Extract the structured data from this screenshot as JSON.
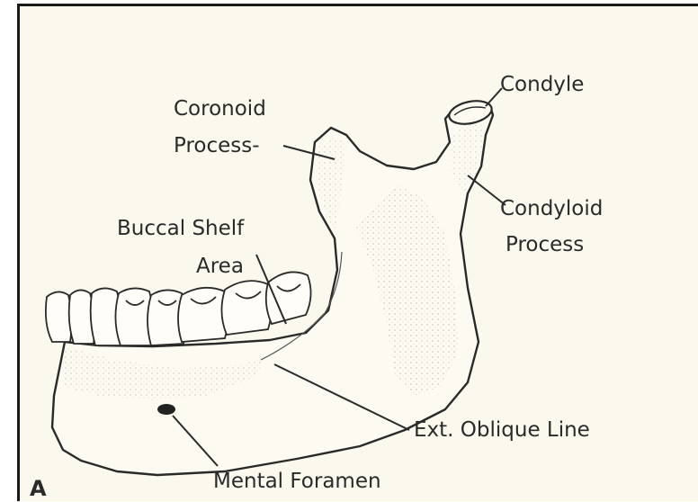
{
  "labels": {
    "condyle": "Condyle",
    "coronoid_1": "Coronoid",
    "coronoid_2": "Process-",
    "condyloid_1": "Condyloid",
    "condyloid_2": "Process",
    "buccal_1": "Buccal Shelf",
    "buccal_2": "Area",
    "oblique": "Ext. Oblique Line",
    "mental": "Mental Foramen",
    "figure_letter": "A"
  }
}
